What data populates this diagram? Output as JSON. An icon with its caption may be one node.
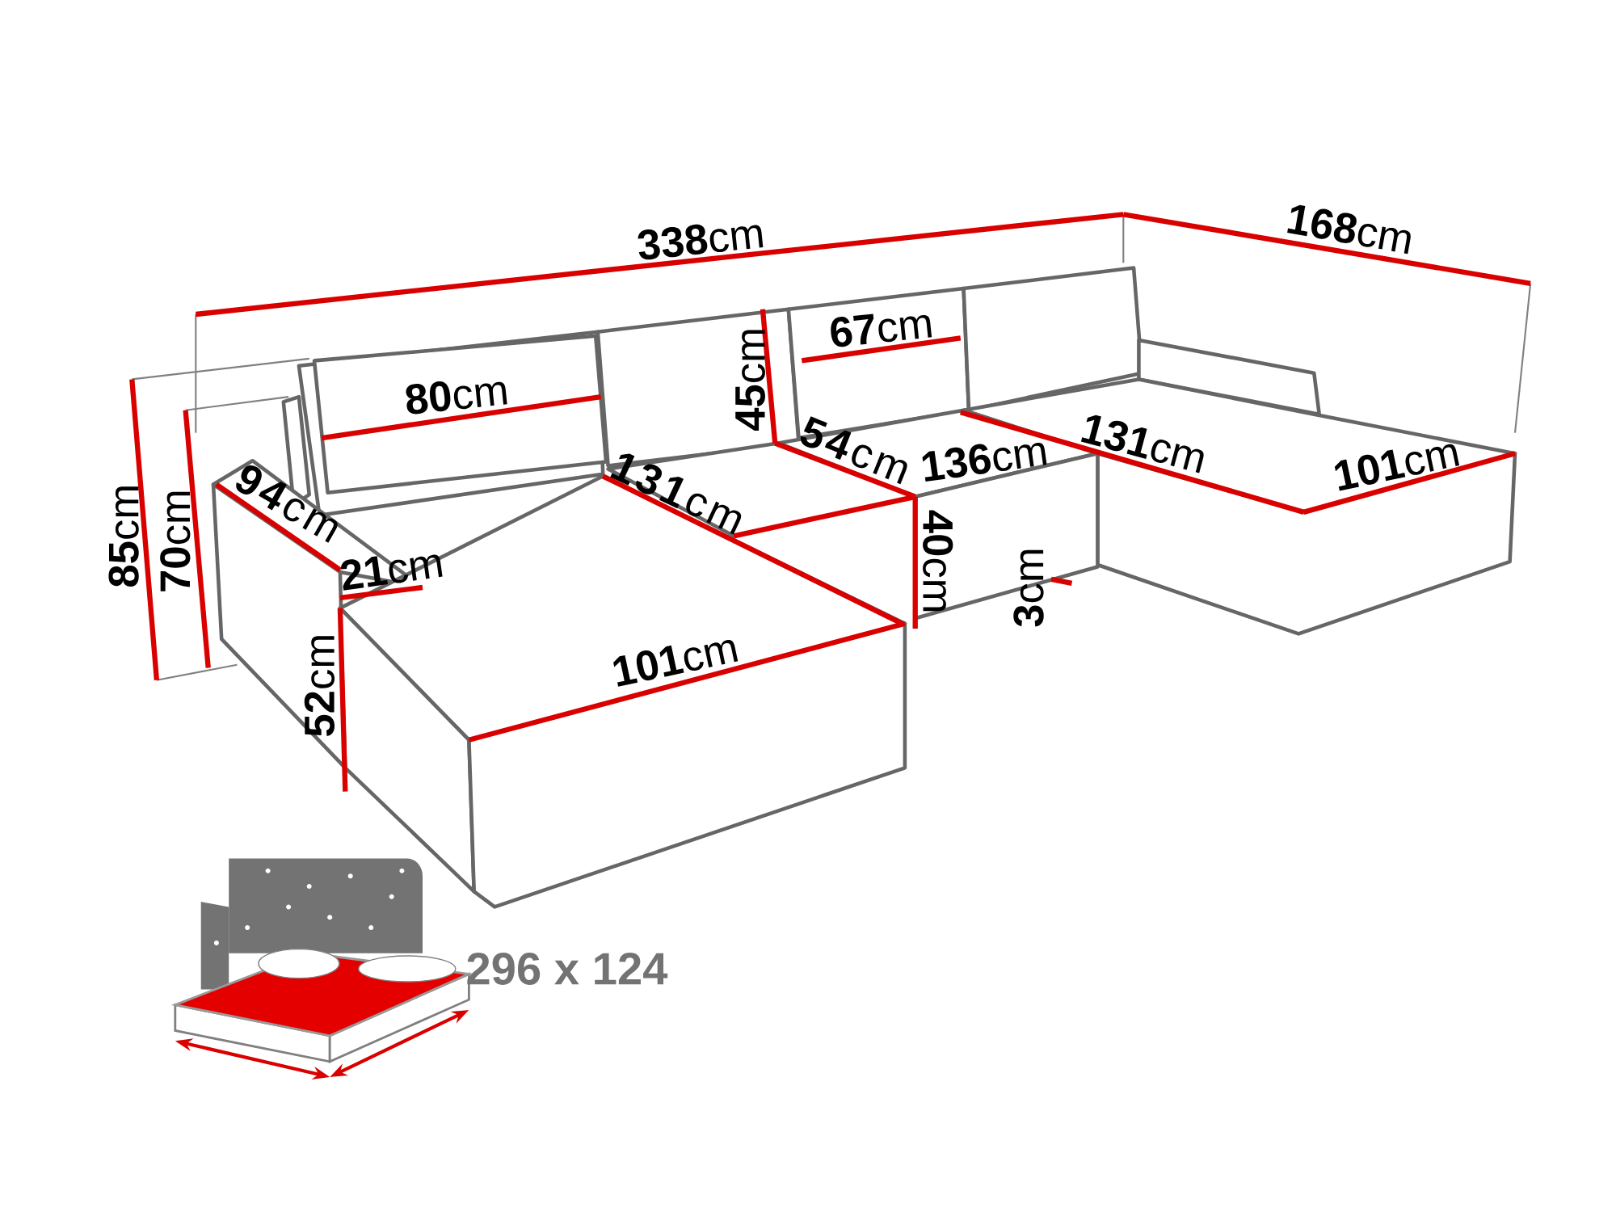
{
  "diagram": {
    "labels": [
      "**338**cm",
      "**168**cm",
      "**67**cm",
      "**45**cm",
      "**80**cm",
      "**85**cm",
      "**70**cm",
      "**94**cm",
      "**131**cm",
      "**54**cm",
      "**136**cm",
      "**131**cm",
      "**101**cm",
      "**21**cm",
      "**40**cm",
      "**3**cm",
      "**101**cm",
      "**52**cm",
      "296 x 124"
    ]
  }
}
